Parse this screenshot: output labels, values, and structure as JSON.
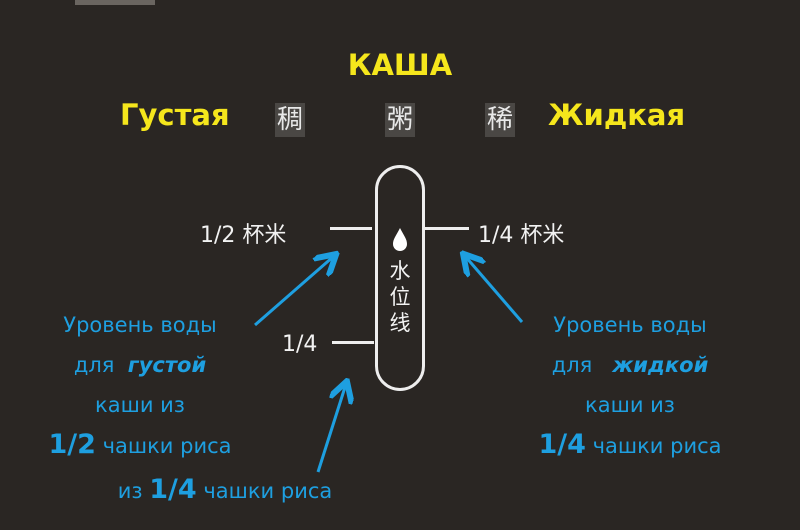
{
  "title": "КАША",
  "thick_label": "Густая",
  "thin_label": "Жидкая",
  "cn_thick": "稠",
  "cn_porridge": "粥",
  "cn_thin": "稀",
  "mark_left_top": "1/2 杯米",
  "mark_right_top": "1/4 杯米",
  "mark_left_bottom": "1/4",
  "water_level_cn": [
    "水",
    "位",
    "线"
  ],
  "left_note": {
    "l1": "Уровень воды",
    "l2a": "для",
    "l2b": "густой",
    "l3": "каши из",
    "l4a": "1/2",
    "l4b": "чашки риса"
  },
  "bottom_note": {
    "a": "из",
    "b": "1/4",
    "c": "чашки риса"
  },
  "right_note": {
    "l1": "Уровень воды",
    "l2a": "для",
    "l2b": "жидкой",
    "l3": "каши из",
    "l4a": "1/4",
    "l4b": "чашки риса"
  },
  "colors": {
    "yellow": "#f5e61c",
    "blue": "#1e9fe0",
    "background": "#2a2623"
  }
}
